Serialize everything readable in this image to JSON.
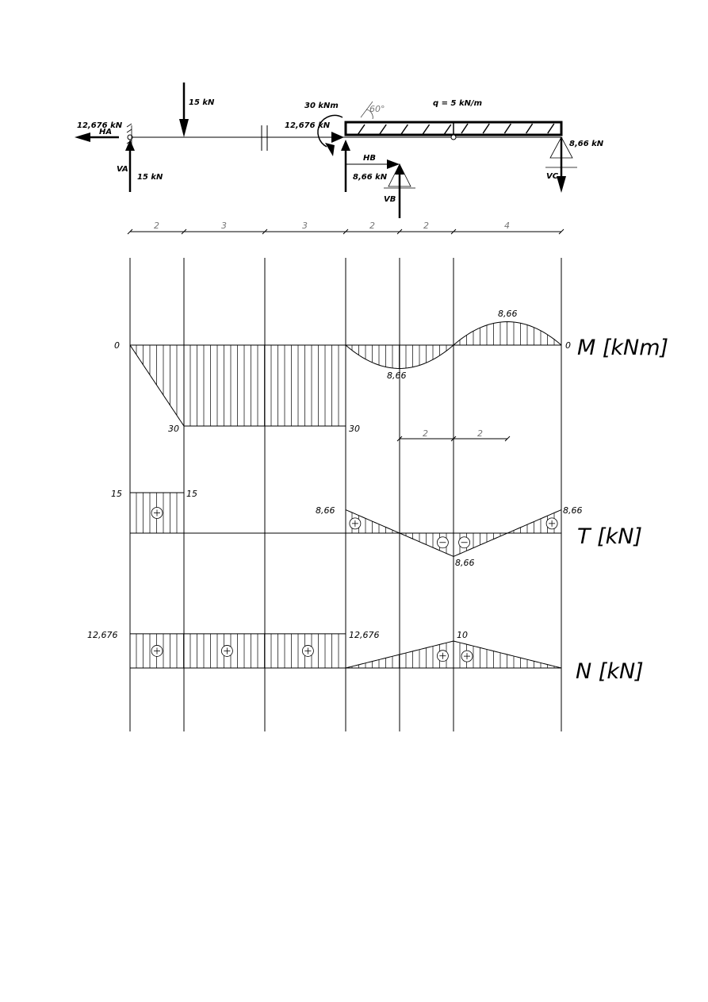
{
  "scheme": {
    "load_15_top": "15 kN",
    "ha_value": "12,676 kN",
    "ha_label": "HA",
    "va_label": "VA",
    "va_value": "15 kN",
    "moment": "30 kNm",
    "hinge_force": "12,676 kN",
    "angle": "60°",
    "q": "q = 5 kN/m",
    "hb_label": "HB",
    "vb_value": "8,66 kN",
    "vb_label": "VB",
    "vc_value": "8,66 kN",
    "vc_label": "VC"
  },
  "spans": [
    "2",
    "3",
    "3",
    "2",
    "2",
    "4"
  ],
  "span_values": [
    2,
    3,
    3,
    2,
    2,
    4
  ],
  "sub_dims": [
    "2",
    "2"
  ],
  "diagrams": {
    "M": {
      "title": "M  [kNm]",
      "labels": {
        "zero_left": "0",
        "zero_right": "0",
        "min_30_a": "30",
        "min_30_b": "30",
        "ext1": "8,66",
        "ext2": "8,66"
      },
      "segments": [
        {
          "x": [
            0,
            2
          ],
          "v": [
            30,
            30
          ],
          "type": "linear",
          "v0": 0
        },
        {
          "x": [
            2,
            8
          ],
          "v0": 30,
          "v1": 30,
          "type": "linear"
        },
        {
          "x": [
            8,
            12
          ],
          "peak": 8.66,
          "type": "parabola"
        },
        {
          "x": [
            12,
            16
          ],
          "peak": -8.66,
          "type": "parabola"
        }
      ]
    },
    "T": {
      "title": "T  [kN]",
      "labels": {
        "v15a": "15",
        "v15b": "15",
        "v866a": "8,66",
        "v866b": "8,66",
        "v866c": "8,66"
      },
      "segments": [
        {
          "x": [
            0,
            2
          ],
          "v0": 15,
          "v1": 15,
          "type": "linear"
        },
        {
          "x": [
            8,
            12
          ],
          "v0": 8.66,
          "v1": -8.66,
          "type": "linear"
        },
        {
          "x": [
            12,
            16
          ],
          "v0": -8.66,
          "v1": 8.66,
          "type": "linear"
        }
      ],
      "signs": [
        {
          "x": 1,
          "s": "+"
        },
        {
          "x": 8.35,
          "s": "+"
        },
        {
          "x": 11.6,
          "s": "−"
        },
        {
          "x": 12.4,
          "s": "−"
        },
        {
          "x": 15.65,
          "s": "+"
        }
      ]
    },
    "N": {
      "title": "N  [kN]",
      "labels": {
        "v1": "12,676",
        "v2": "12,676",
        "v10": "10"
      },
      "segments": [
        {
          "x": [
            0,
            8
          ],
          "v0": 12.676,
          "v1": 12.676,
          "type": "linear"
        },
        {
          "x": [
            8,
            12
          ],
          "v0": 0,
          "v1": 10,
          "type": "linear"
        },
        {
          "x": [
            12,
            16
          ],
          "v0": 10,
          "v1": 0,
          "type": "linear"
        }
      ],
      "signs": [
        {
          "x": 1,
          "s": "+"
        },
        {
          "x": 3.6,
          "s": "+"
        },
        {
          "x": 6.6,
          "s": "+"
        },
        {
          "x": 11.6,
          "s": "+"
        },
        {
          "x": 12.5,
          "s": "+"
        }
      ]
    }
  }
}
